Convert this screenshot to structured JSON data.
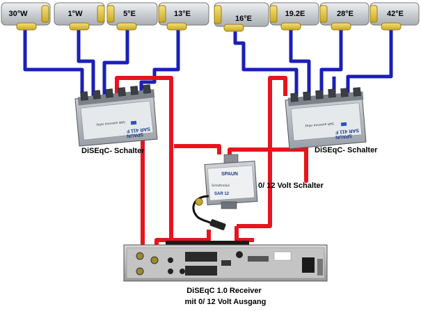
{
  "lnbs": [
    {
      "label": "30°W"
    },
    {
      "label": "1°W"
    },
    {
      "label": "5°E"
    },
    {
      "label": "13°E"
    },
    {
      "label": "16°E"
    },
    {
      "label": "19.2E"
    },
    {
      "label": "28°E"
    },
    {
      "label": "42°E"
    }
  ],
  "switch_left": {
    "label": "DiSEqC- Schalter",
    "model": "SAR 411 F",
    "brand": "SPAUN"
  },
  "switch_right": {
    "label": "DiSEqC- Schalter",
    "model": "SAR 411 F",
    "brand": "SPAUN"
  },
  "volt_switch": {
    "label": "0/ 12 Volt Schalter",
    "model": "SAR 12",
    "brand": "SPAUN"
  },
  "receiver": {
    "line1": "DiSEqC 1.0 Receiver",
    "line2": "mit 0/ 12 Volt Ausgang"
  },
  "colors": {
    "coax_blue": "#1a1fb8",
    "coax_red": "#e8141c",
    "lnb_yellow": "#e8d04a",
    "lnb_grey": "#c8ccd0"
  }
}
